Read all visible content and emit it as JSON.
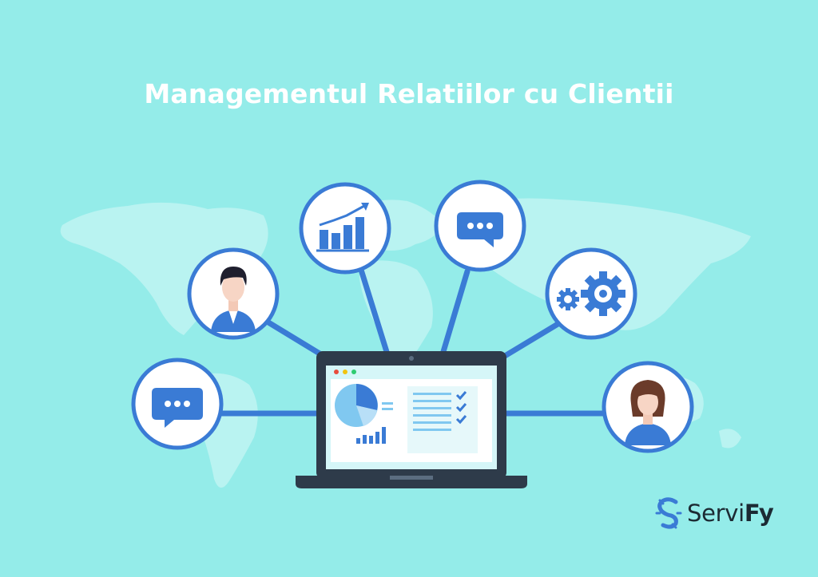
{
  "title": "Managementul Relatiilor cu Clientii",
  "logo": {
    "name_light": "Servi",
    "name_bold": "Fy"
  },
  "colors": {
    "background": "#94ece9",
    "continents": "#b9f3f1",
    "accent_blue": "#3a7bd5",
    "laptop_body": "#2e3b4a",
    "screen": "#d5f6f8"
  },
  "icons": [
    "chat-bubble-icon-left",
    "man-avatar-icon",
    "growth-chart-icon",
    "chat-bubble-icon-top",
    "gears-icon",
    "woman-avatar-icon"
  ]
}
